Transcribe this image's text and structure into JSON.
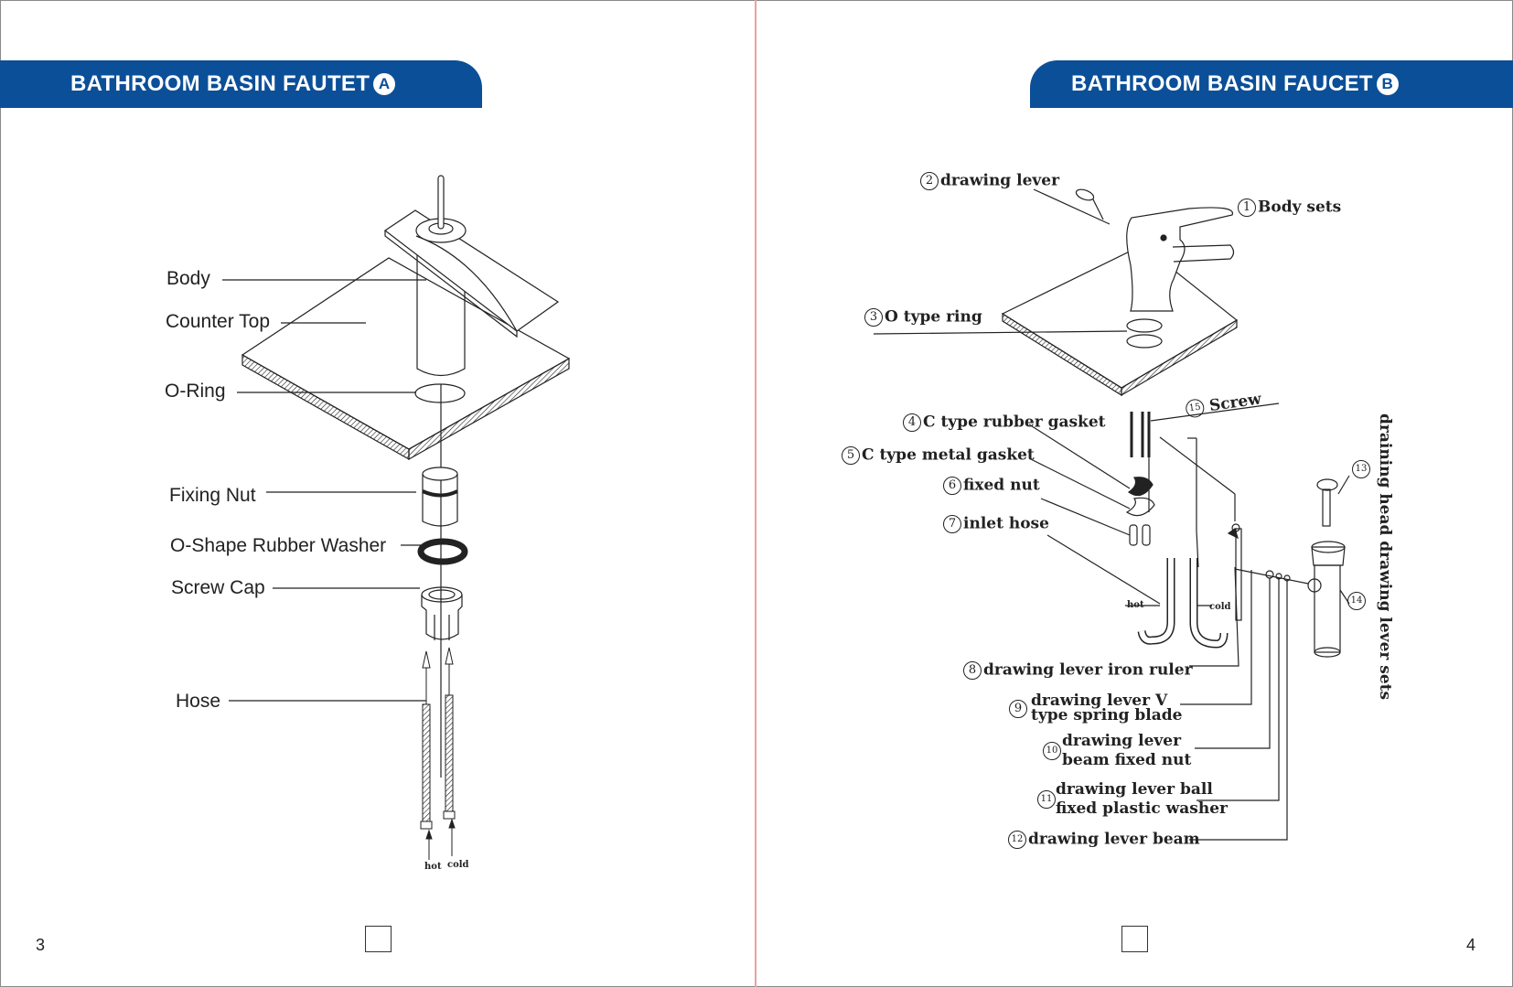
{
  "left_page": {
    "title": "BATHROOM BASIN FAUTET",
    "title_badge": "A",
    "labels": {
      "body": "Body",
      "counter_top": "Counter Top",
      "o_ring": "O-Ring",
      "fixing_nut": "Fixing Nut",
      "washer": "O-Shape Rubber Washer",
      "screw_cap": "Screw Cap",
      "hose": "Hose"
    },
    "hot": "hot",
    "cold": "cold",
    "page_number": "3"
  },
  "right_page": {
    "title": "BATHROOM BASIN FAUCET",
    "title_badge": "B",
    "parts": [
      {
        "num": "1",
        "label": "Body sets"
      },
      {
        "num": "2",
        "label": "drawing lever"
      },
      {
        "num": "3",
        "label": "O type ring"
      },
      {
        "num": "4",
        "label": "C type rubber gasket"
      },
      {
        "num": "5",
        "label": "C type metal gasket"
      },
      {
        "num": "6",
        "label": "fixed nut"
      },
      {
        "num": "7",
        "label": "inlet hose"
      },
      {
        "num": "8",
        "label": "drawing lever iron ruler"
      },
      {
        "num": "9",
        "label": "drawing lever V",
        "label2": "type spring blade"
      },
      {
        "num": "10",
        "label": "drawing lever",
        "label2": "beam fixed nut"
      },
      {
        "num": "11",
        "label": "drawing lever ball",
        "label2": "fixed plastic washer"
      },
      {
        "num": "12",
        "label": "drawing lever beam"
      },
      {
        "num": "13",
        "label": ""
      },
      {
        "num": "14",
        "label": ""
      },
      {
        "num": "15",
        "label": "Screw"
      }
    ],
    "vertical_label": "draining head  drawing lever sets",
    "hot": "hot",
    "cold": "cold",
    "page_number": "4"
  }
}
